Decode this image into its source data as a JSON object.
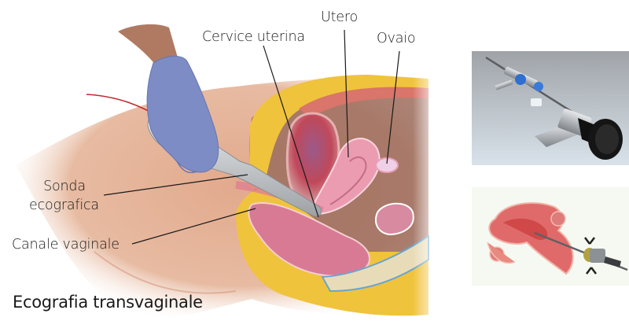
{
  "figure": {
    "title": "Ecografia transvaginale",
    "labels": {
      "cervix": "Cervice uterina",
      "uterus": "Utero",
      "ovary": "Ovaio",
      "probe_line1": "Sonda",
      "probe_line2": "ecografica",
      "vaginal_canal": "Canale vaginale"
    }
  },
  "side_images": [
    {
      "name": "hysteroscope-photo",
      "description": "isteroscopio"
    },
    {
      "name": "hysteroscopy-drawing",
      "description": "isteroscopia utero"
    }
  ],
  "colors": {
    "skin": "#e9b99d",
    "glove": "#7d8cc4",
    "fat": "#f0c33c",
    "uterus": "#e88aa0",
    "probe": "#b9bcbf",
    "cable": "#c0282d"
  }
}
